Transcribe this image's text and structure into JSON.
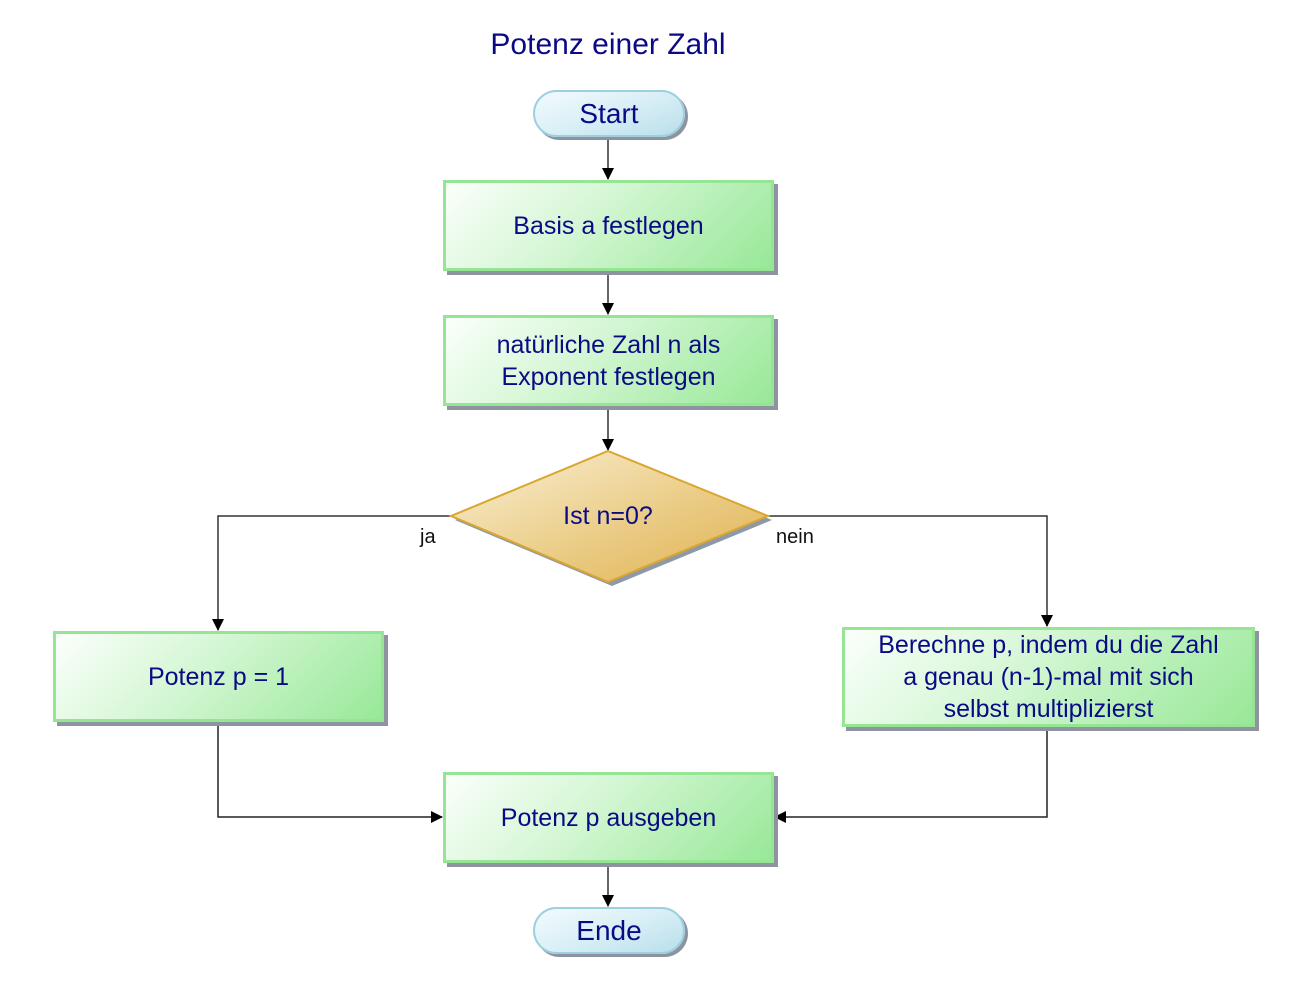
{
  "title": "Potenz einer Zahl",
  "nodes": {
    "start": {
      "type": "terminal",
      "label": "Start"
    },
    "basis": {
      "type": "process",
      "label": "Basis a festlegen"
    },
    "exponent": {
      "type": "process",
      "lines": [
        "natürliche Zahl n als",
        "Exponent festlegen"
      ]
    },
    "decision": {
      "type": "decision",
      "label": "Ist n=0?"
    },
    "p_one": {
      "type": "process",
      "label": "Potenz p = 1"
    },
    "compute": {
      "type": "process",
      "lines": [
        "Berechne p, indem du die Zahl",
        "a genau (n-1)-mal mit sich",
        "selbst multiplizierst"
      ]
    },
    "output": {
      "type": "process",
      "label": "Potenz p ausgeben"
    },
    "end": {
      "type": "terminal",
      "label": "Ende"
    }
  },
  "edges": [
    {
      "from": "start",
      "to": "basis",
      "label": ""
    },
    {
      "from": "basis",
      "to": "exponent",
      "label": ""
    },
    {
      "from": "exponent",
      "to": "decision",
      "label": ""
    },
    {
      "from": "decision",
      "to": "p_one",
      "label": "ja"
    },
    {
      "from": "decision",
      "to": "compute",
      "label": "nein"
    },
    {
      "from": "p_one",
      "to": "output",
      "label": ""
    },
    {
      "from": "compute",
      "to": "output",
      "label": ""
    },
    {
      "from": "output",
      "to": "end",
      "label": ""
    }
  ],
  "colors": {
    "text": "#0a0a85",
    "process_border": "#95e595",
    "process_fill_end": "#98e898",
    "terminal_fill": "#cfe9f2",
    "decision_fill": "#e8c676",
    "decision_border": "#d9a62f",
    "line": "#222222"
  }
}
